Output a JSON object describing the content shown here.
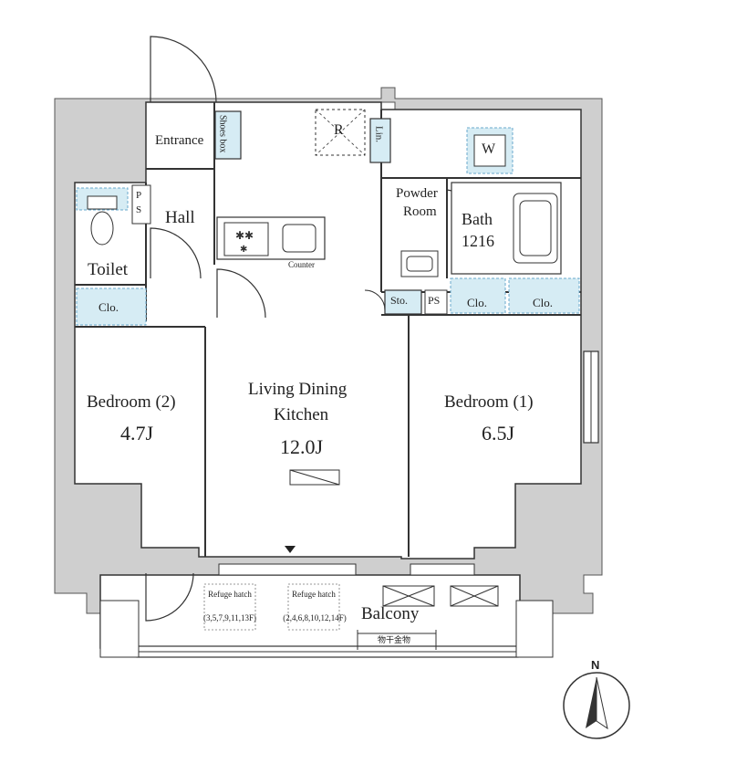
{
  "rooms": {
    "entrance": "Entrance",
    "hall": "Hall",
    "toilet": "Toilet",
    "ldk_line1": "Living Dining",
    "ldk_line2": "Kitchen",
    "ldk_size": "12.0J",
    "bedroom2": "Bedroom (2)",
    "bedroom2_size": "4.7J",
    "bedroom1": "Bedroom (1)",
    "bedroom1_size": "6.5J",
    "powder_line1": "Powder",
    "powder_line2": "Room",
    "bath": "Bath",
    "bath_size": "1216",
    "balcony": "Balcony"
  },
  "fixtures": {
    "shoes_box": "Shoes box",
    "refrigerator": "R",
    "linen": "Lin.",
    "washer": "W",
    "ps_left": "P S",
    "ps_right": "PS",
    "counter": "Counter",
    "closet_left": "Clo.",
    "closet_right1": "Clo.",
    "closet_right2": "Clo.",
    "storage": "Sto."
  },
  "balcony_items": {
    "hatch1_title": "Refuge hatch",
    "hatch1_floors": "(3,5,7,9,11,13F)",
    "hatch2_title": "Refuge hatch",
    "hatch2_floors": "(2,4,6,8,10,12,14F)",
    "clothes_hanger": "物干金物"
  },
  "compass": {
    "label": "N"
  },
  "colors": {
    "wall": "#cfcfcf",
    "fixture_fill": "#d6ecf4",
    "fixture_dash": "#6aa9cc",
    "line": "#333333"
  }
}
